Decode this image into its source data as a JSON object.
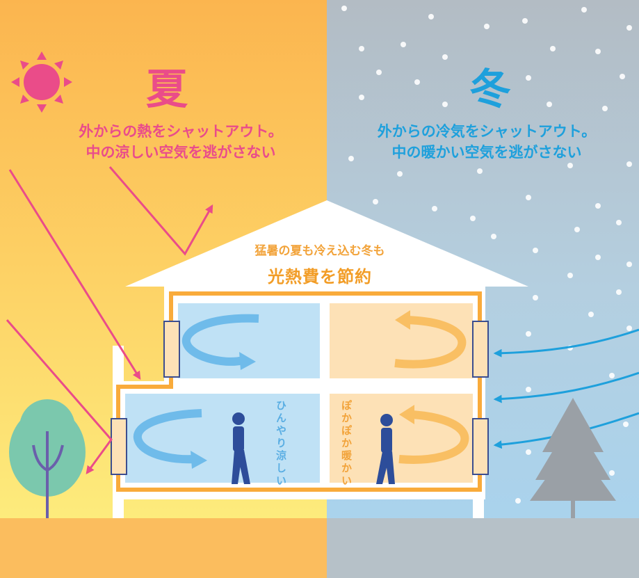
{
  "summer": {
    "title": "夏",
    "tagline_line1": "外からの熱をシャットアウト。",
    "tagline_line2": "中の涼しい空気を逃がさない",
    "color": "#ea4c89",
    "background": "#fbb95b"
  },
  "winter": {
    "title": "冬",
    "tagline_line1": "外からの冷気をシャットアウト。",
    "tagline_line2": "中の暖かい空気を逃がさない",
    "color": "#1ea0dc",
    "background": "#b4cad7"
  },
  "house": {
    "caption": "猛暑の夏も冷え込む冬も",
    "headline": "光熱費を節約",
    "cool_room_label": "ひんやり涼しい",
    "warm_room_label": "ぽかぽか暖かい",
    "insulation_color": "#f9ab3b",
    "cool_room_color": "#bfe1f5",
    "warm_room_color": "#fde1b6"
  }
}
